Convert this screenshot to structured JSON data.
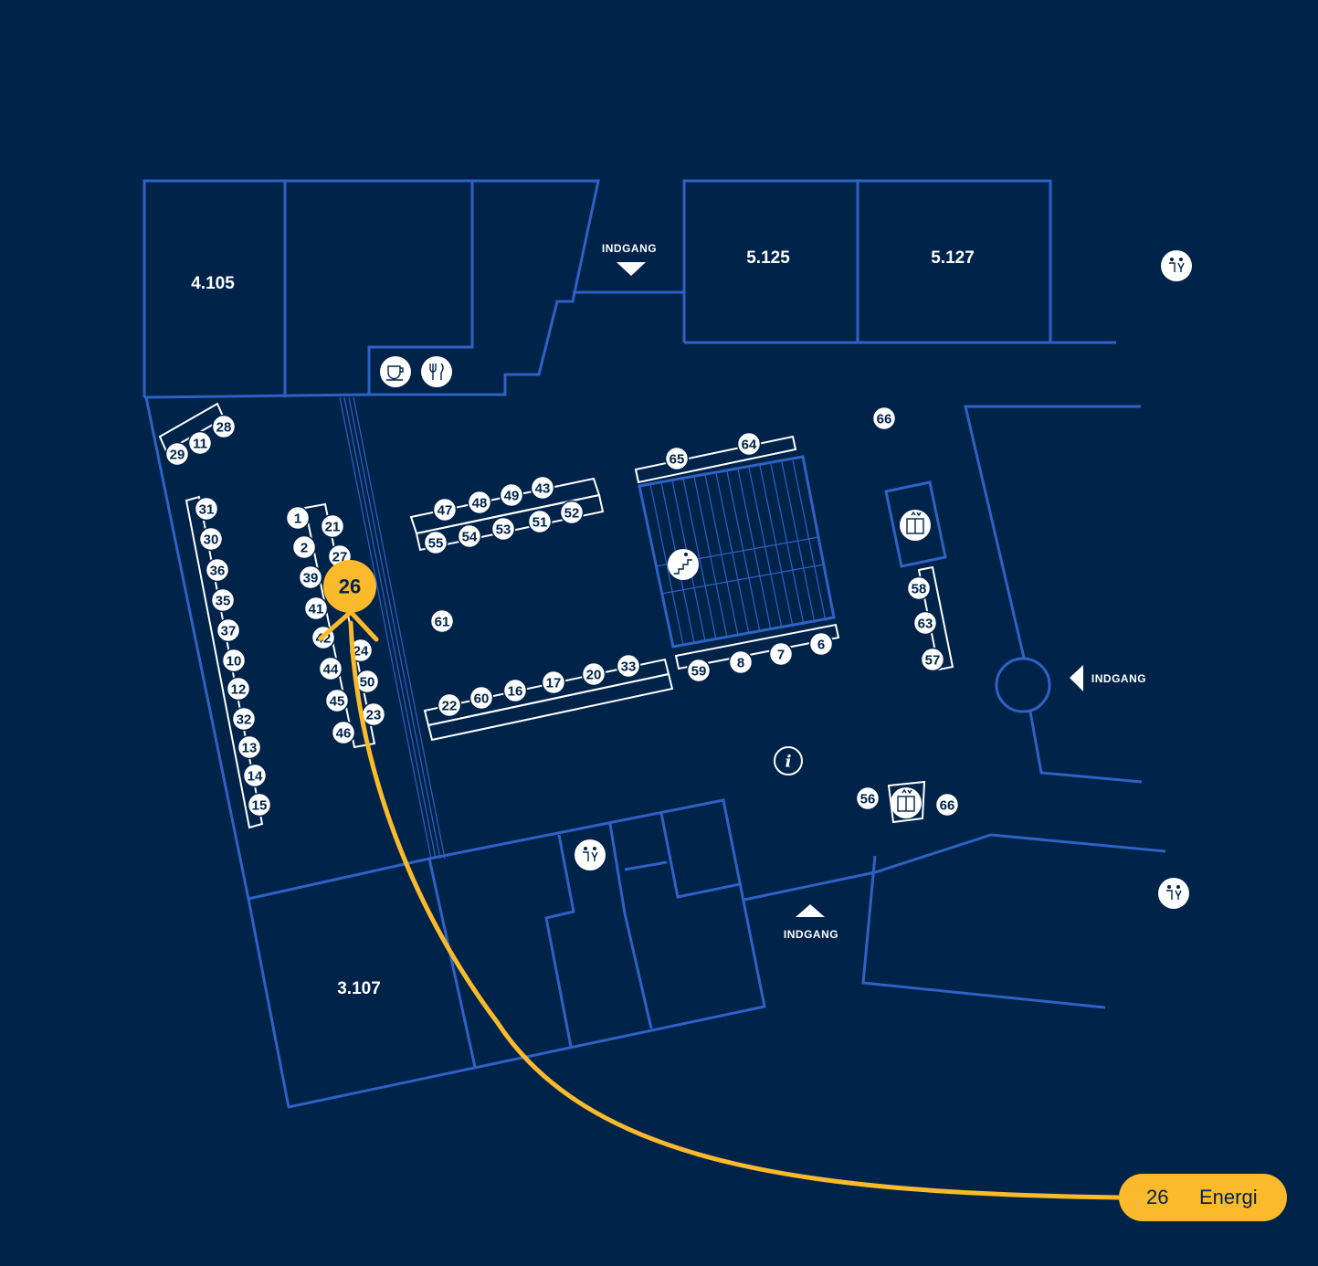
{
  "rooms": [
    "4.105",
    "5.125",
    "5.127",
    "3.107"
  ],
  "entrance_label": "INDGANG",
  "stands": [
    "1",
    "2",
    "6",
    "7",
    "8",
    "10",
    "11",
    "12",
    "13",
    "14",
    "15",
    "16",
    "17",
    "20",
    "21",
    "22",
    "23",
    "24",
    "27",
    "28",
    "29",
    "30",
    "31",
    "32",
    "33",
    "35",
    "36",
    "37",
    "39",
    "41",
    "42",
    "43",
    "44",
    "45",
    "46",
    "47",
    "48",
    "49",
    "50",
    "51",
    "52",
    "53",
    "54",
    "55",
    "56",
    "57",
    "58",
    "59",
    "60",
    "61",
    "63",
    "64",
    "65",
    "66",
    "66"
  ],
  "highlight": {
    "stand": "26",
    "name": "Energi"
  },
  "icons": [
    "coffee-icon",
    "restaurant-icon",
    "toilet-icon",
    "toilet-icon",
    "toilet-icon",
    "elevator-icon",
    "elevator-icon",
    "stairs-icon",
    "info-icon"
  ],
  "colors": {
    "background": "#00234a",
    "walls": "#2f62c4",
    "highlight": "#fbba2c",
    "markers": "#ffffff"
  }
}
